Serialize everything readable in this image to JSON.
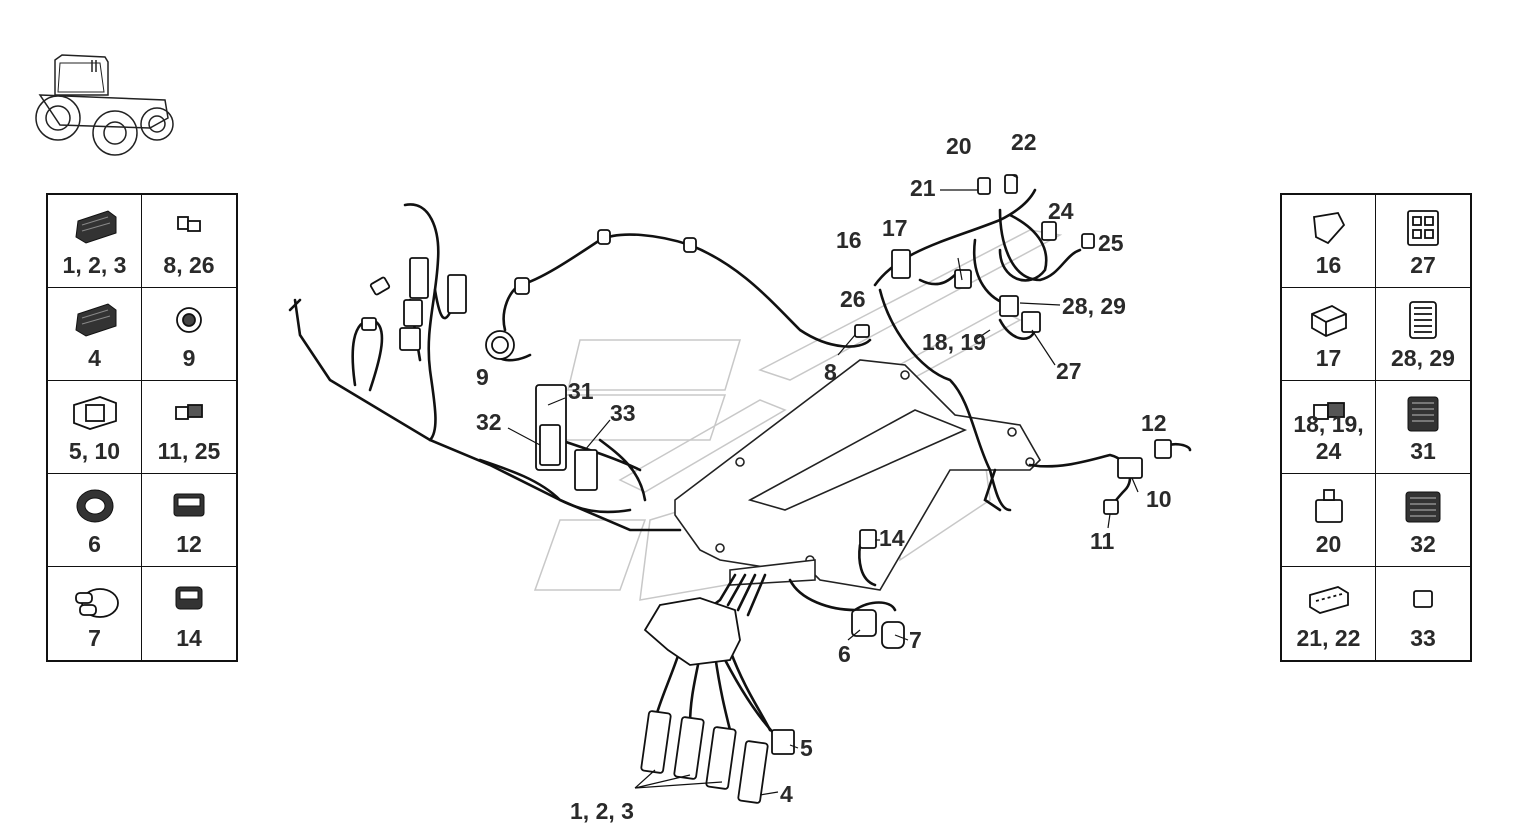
{
  "legend_left": [
    {
      "label": "1, 2, 3",
      "icon": "connector-large-icon"
    },
    {
      "label": "8, 26",
      "icon": "connector-small-icon"
    },
    {
      "label": "4",
      "icon": "connector-large-icon"
    },
    {
      "label": "9",
      "icon": "round-connector-icon"
    },
    {
      "label": "5, 10",
      "icon": "flange-connector-icon"
    },
    {
      "label": "11, 25",
      "icon": "connector-small-icon"
    },
    {
      "label": "6",
      "icon": "oval-connector-icon"
    },
    {
      "label": "12",
      "icon": "connector-medium-icon"
    },
    {
      "label": "7",
      "icon": "double-sensor-icon"
    },
    {
      "label": "14",
      "icon": "connector-medium-icon"
    }
  ],
  "legend_right": [
    {
      "label": "16",
      "icon": "angled-connector-icon"
    },
    {
      "label": "27",
      "icon": "relay-socket-icon"
    },
    {
      "label": "17",
      "icon": "box-connector-icon"
    },
    {
      "label": "28, 29",
      "icon": "multi-pin-connector-icon"
    },
    {
      "label": "18, 19, 24",
      "icon": "connector-small-icon"
    },
    {
      "label": "31",
      "icon": "multi-pin-connector-icon"
    },
    {
      "label": "20",
      "icon": "latch-connector-icon"
    },
    {
      "label": "32",
      "icon": "multi-pin-connector-icon"
    },
    {
      "label": "21, 22",
      "icon": "flat-connector-icon"
    },
    {
      "label": "33",
      "icon": "box-connector-icon"
    }
  ],
  "callouts": [
    {
      "label": "20"
    },
    {
      "label": "22"
    },
    {
      "label": "21"
    },
    {
      "label": "24"
    },
    {
      "label": "16"
    },
    {
      "label": "17"
    },
    {
      "label": "25"
    },
    {
      "label": "26"
    },
    {
      "label": "28, 29"
    },
    {
      "label": "18, 19"
    },
    {
      "label": "27"
    },
    {
      "label": "8"
    },
    {
      "label": "9"
    },
    {
      "label": "31"
    },
    {
      "label": "32"
    },
    {
      "label": "33"
    },
    {
      "label": "12"
    },
    {
      "label": "10"
    },
    {
      "label": "11"
    },
    {
      "label": "14"
    },
    {
      "label": "7"
    },
    {
      "label": "6"
    },
    {
      "label": "5"
    },
    {
      "label": "4"
    },
    {
      "label": "1, 2, 3"
    }
  ],
  "thumbnail": {
    "icon": "tractor-icon"
  },
  "colors": {
    "line": "#1a1a1a",
    "ghost": "#bdbdbd"
  }
}
